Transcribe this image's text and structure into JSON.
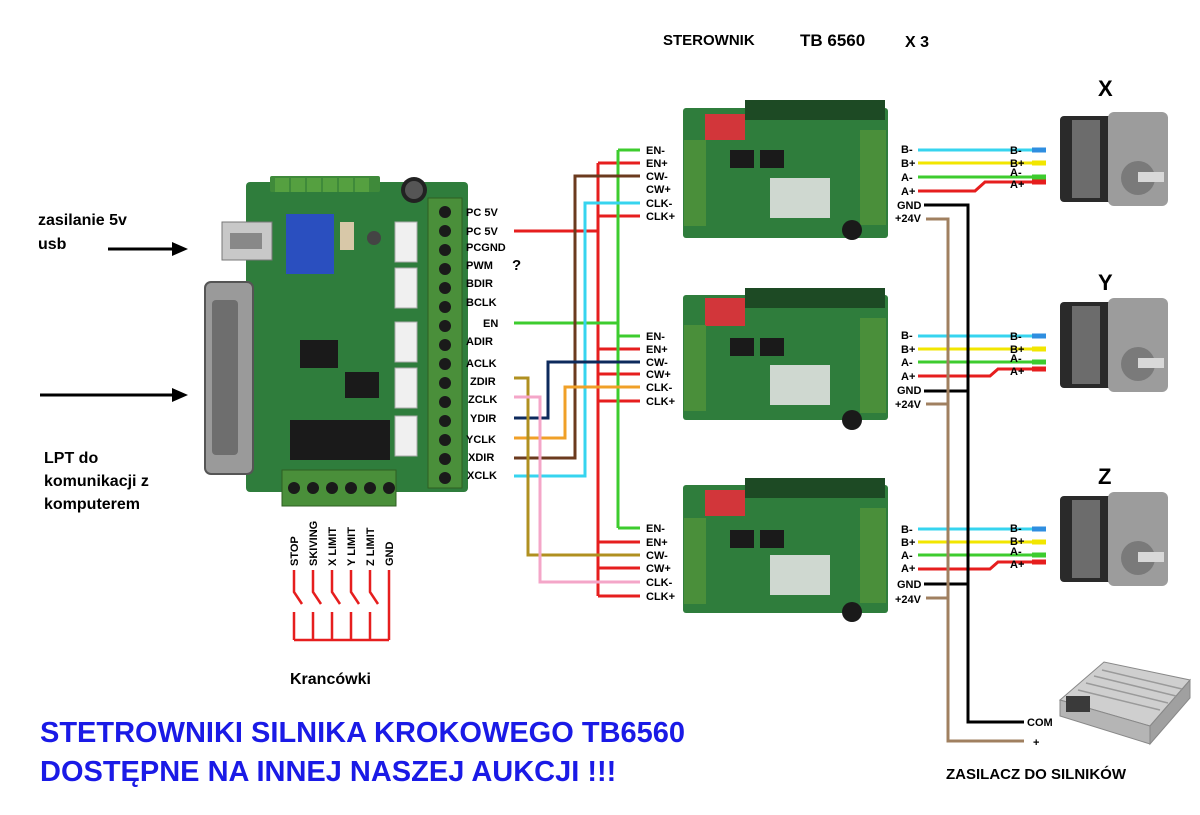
{
  "title": {
    "sterownik": "STEROWNIK",
    "model": "TB 6560",
    "count": "X 3"
  },
  "left_labels": {
    "usb_line1": "zasilanie 5v",
    "usb_line2": "usb",
    "lpt_line1": "LPT do",
    "lpt_line2": "komunikacji z",
    "lpt_line3": "komputerem"
  },
  "board_pins": [
    "PC 5V",
    "PC 5V",
    "PCGND",
    "PWM",
    "BDIR",
    "BCLK",
    "EN",
    "ADIR",
    "ACLK",
    "ZDIR",
    "ZCLK",
    "YDIR",
    "YCLK",
    "XDIR",
    "XCLK"
  ],
  "pwm_question": "?",
  "limit_inputs": [
    "STOP",
    "SKIVING",
    "X LIMIT",
    "Y LIMIT",
    "Z LIMIT",
    "GND"
  ],
  "limit_caption": "Krancówki",
  "driver_inputs": [
    "EN-",
    "EN+",
    "CW-",
    "CW+",
    "CLK-",
    "CLK+"
  ],
  "driver_outputs": [
    "B-",
    "B+",
    "A-",
    "A+",
    "GND",
    "+24V"
  ],
  "motor_labels": [
    "B-",
    "B+",
    "A-",
    "A+"
  ],
  "axes": [
    "X",
    "Y",
    "Z"
  ],
  "psu": {
    "com": "COM",
    "plus": "+",
    "caption": "ZASILACZ DO SILNIKÓW"
  },
  "footer": {
    "line1": "STETROWNIKI SILNIKA KROKOWEGO TB6560",
    "line2": "DOSTĘPNE NA INNEJ NASZEJ AUKCJI  !!!"
  },
  "colors": {
    "red": "#e61e1e",
    "green": "#3dcc2e",
    "brown": "#6b3a1e",
    "cyan": "#36d4ef",
    "navy": "#0d2a5c",
    "orange": "#f0a028",
    "olive": "#b09020",
    "pink": "#f4a6c8",
    "tan": "#a08060",
    "yellow": "#f2e600",
    "blue": "#2f8ee0",
    "black": "#000000",
    "pcb": "#2f7d3c",
    "terminal": "#4a8f3a",
    "footer_text": "#1a1ae6"
  }
}
